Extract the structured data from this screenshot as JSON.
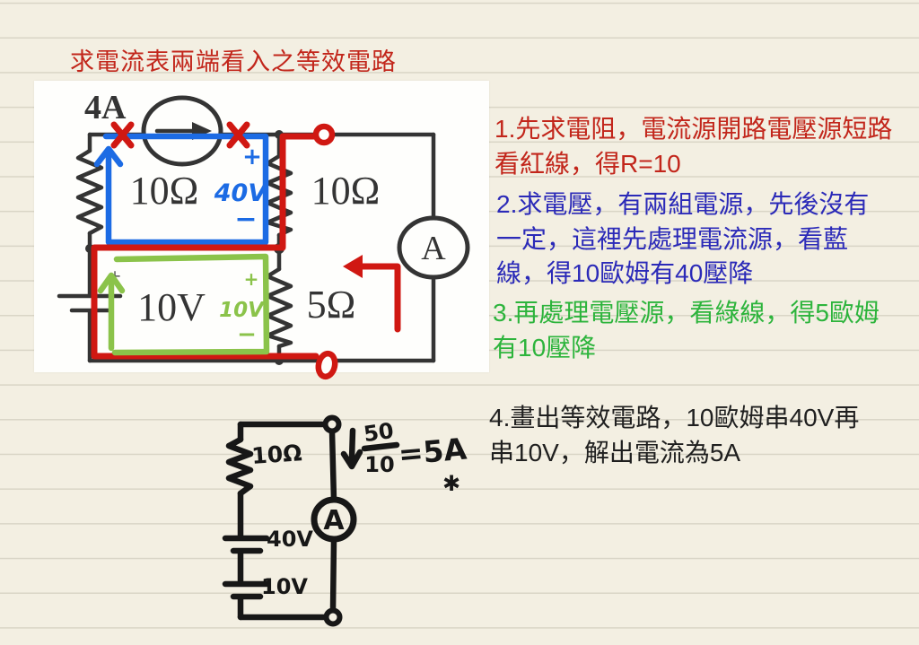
{
  "page": {
    "background": "#f3efe2",
    "rule_color": "#d9d5c6"
  },
  "title": {
    "text": "求電流表兩端看入之等效電路",
    "color": "#c2261b"
  },
  "notes": [
    {
      "color": "#c2261b",
      "lines": [
        "1.先求電阻，電流源開路電壓源短路",
        "看紅線，得R=10"
      ]
    },
    {
      "color": "#2b2ab8",
      "lines": [
        "2.求電壓，有兩組電源，先後沒有",
        "一定，這裡先處理電流源，看藍",
        "線，得10歐姆有40壓降"
      ]
    },
    {
      "color": "#2db43c",
      "lines": [
        "3.再處理電壓源，看綠線，得5歐姆",
        "有10壓降"
      ]
    },
    {
      "color": "#1f1f1f",
      "lines": [
        "4.畫出等效電路，10歐姆串40V再",
        "串10V，解出電流為5A"
      ]
    }
  ],
  "circuit": {
    "source_label": "4A",
    "resistor_left": "10Ω",
    "resistor_mid": "10Ω",
    "voltage_source": "10V",
    "resistor_bottom": "5Ω",
    "ammeter": "A",
    "battery_plus": "+",
    "blue_plus": "+",
    "blue_value": "40V",
    "blue_minus": "−",
    "green_plus": "+",
    "green_value": "10V",
    "green_minus": "−",
    "colors": {
      "blue": "#1c6be4",
      "red": "#d01812",
      "green": "#8bc34a",
      "ink": "#343434"
    }
  },
  "equivalent": {
    "resistor": "10Ω",
    "battery1": "40V",
    "battery2": "10V",
    "ammeter": "A",
    "numerator": "50",
    "denominator": "10",
    "result": "=5A",
    "mark": "✱",
    "ink": "#171717"
  }
}
